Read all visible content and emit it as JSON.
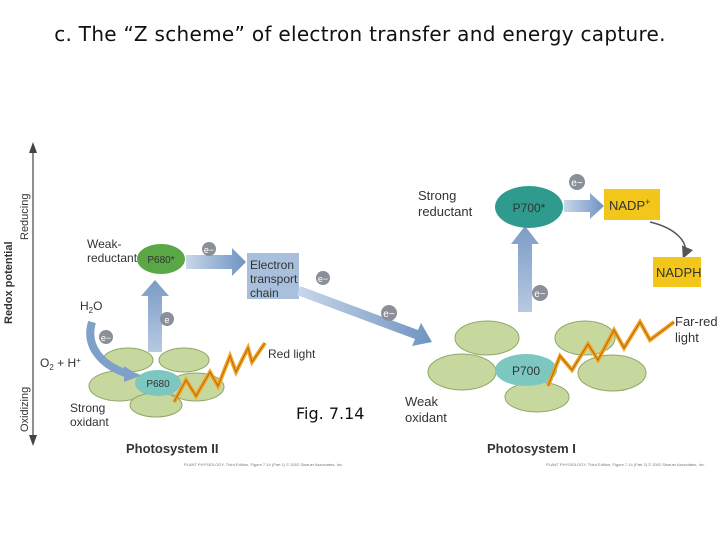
{
  "title": "c. The “Z scheme” of electron transfer and energy capture.",
  "caption": "Fig. 7.14",
  "colors": {
    "green_leaf": "#c7d89e",
    "leaf_stroke": "#8fa667",
    "p680_star": "#5aa845",
    "p700_star": "#2f9b8e",
    "p700": "#7cc7c0",
    "arrow_blue": "#7fa0c8",
    "ets_box": "#a9c0dd",
    "yellow_box": "#f2c61a",
    "lightning": "#f0a51e",
    "electron": "#8a8f99",
    "text": "#333333"
  },
  "axis": {
    "title": "Redox potential",
    "top": "Reducing",
    "bottom": "Oxidizing"
  },
  "ps2": {
    "name": "Photosystem II",
    "p680_star": "P680*",
    "p680": "P680",
    "weak_reductant": [
      "Weak-",
      "reductant"
    ],
    "strong_oxidant": [
      "Strong",
      "oxidant"
    ],
    "water": "H2O",
    "products": "O2 + H+",
    "light": "Red light"
  },
  "ets": {
    "label": [
      "Electron",
      "transport",
      "chain"
    ]
  },
  "ps1": {
    "name": "Photosystem I",
    "p700_star": "P700*",
    "p700": "P700",
    "strong_reductant": [
      "Strong",
      "reductant"
    ],
    "weak_oxidant": [
      "Weak",
      "oxidant"
    ],
    "nadp": "NADP+",
    "nadph": "NADPH",
    "light": [
      "Far-red",
      "light"
    ]
  },
  "electron_label": "e−",
  "credits": {
    "left": "PLANT PHYSIOLOGY, Third Edition, Figure 7.14 (Part 1) © 2002 Sinauer Associates, Inc.",
    "right": "PLANT PHYSIOLOGY, Third Edition, Figure 7.14 (Part 2) © 2002 Sinauer Associates, Inc."
  }
}
